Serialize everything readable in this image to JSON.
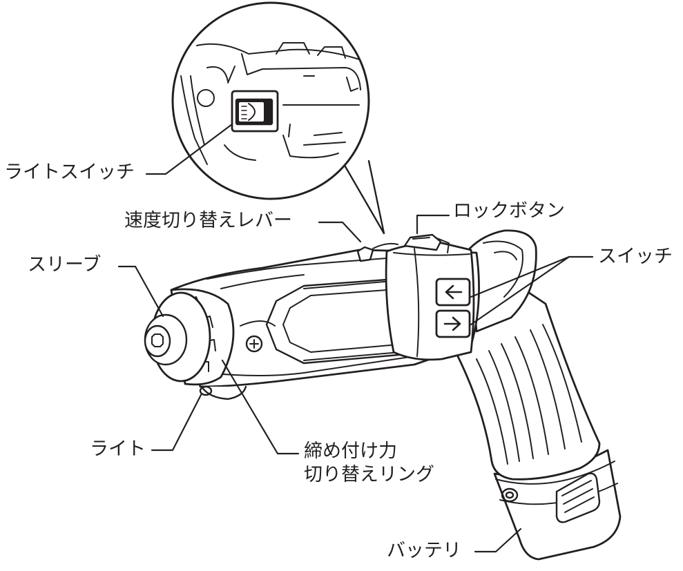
{
  "colors": {
    "ink": "#231f20",
    "background": "#ffffff"
  },
  "labels": {
    "light_switch": "ライトスイッチ",
    "speed_lever": "速度切り替えレバー",
    "lock_button": "ロックボタン",
    "switch": "スイッチ",
    "sleeve": "スリーブ",
    "light": "ライト",
    "torque_ring_line1": "締め付け力",
    "torque_ring_line2": "切り替えリング",
    "battery": "バッテリ"
  },
  "icons": [
    "light-switch-icon",
    "arrow-left-icon",
    "arrow-right-icon",
    "screw-icon"
  ]
}
